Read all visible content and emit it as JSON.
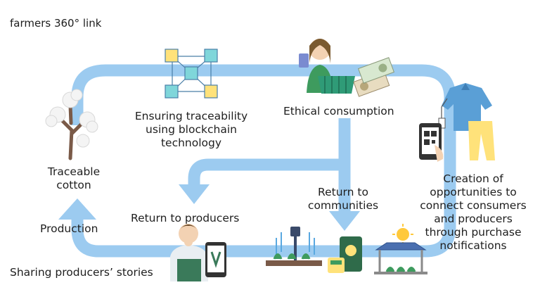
{
  "brand": "farmers 360° link",
  "labels": {
    "traceable_cotton": [
      "Traceable",
      "cotton"
    ],
    "blockchain": [
      "Ensuring traceability",
      "using blockchain",
      "technology"
    ],
    "ethical": "Ethical consumption",
    "return_communities": [
      "Return to",
      "communities"
    ],
    "return_producers": "Return to producers",
    "production": "Production",
    "stories": "Sharing producers’ stories",
    "notifications": [
      "Creation of",
      "opportunities to",
      "connect consumers",
      "and producers",
      "through purchase",
      "notifications"
    ]
  },
  "colors": {
    "arrow": "#9ccbf0",
    "cube_yellow": "#ffe27a",
    "cube_teal": "#7fd6da",
    "shirt": "#5a9fd6",
    "pants": "#ffe27a",
    "basket": "#2f9b77",
    "apron": "#3a7a5a"
  },
  "icons": [
    "cotton-plant-icon",
    "blockchain-cubes-icon",
    "shopper-woman-icon",
    "clothes-tag-icon",
    "smartphone-qr-icon",
    "farmer-man-icon",
    "sprinkler-field-icon",
    "fertilizer-bags-icon",
    "solar-panel-icon"
  ]
}
